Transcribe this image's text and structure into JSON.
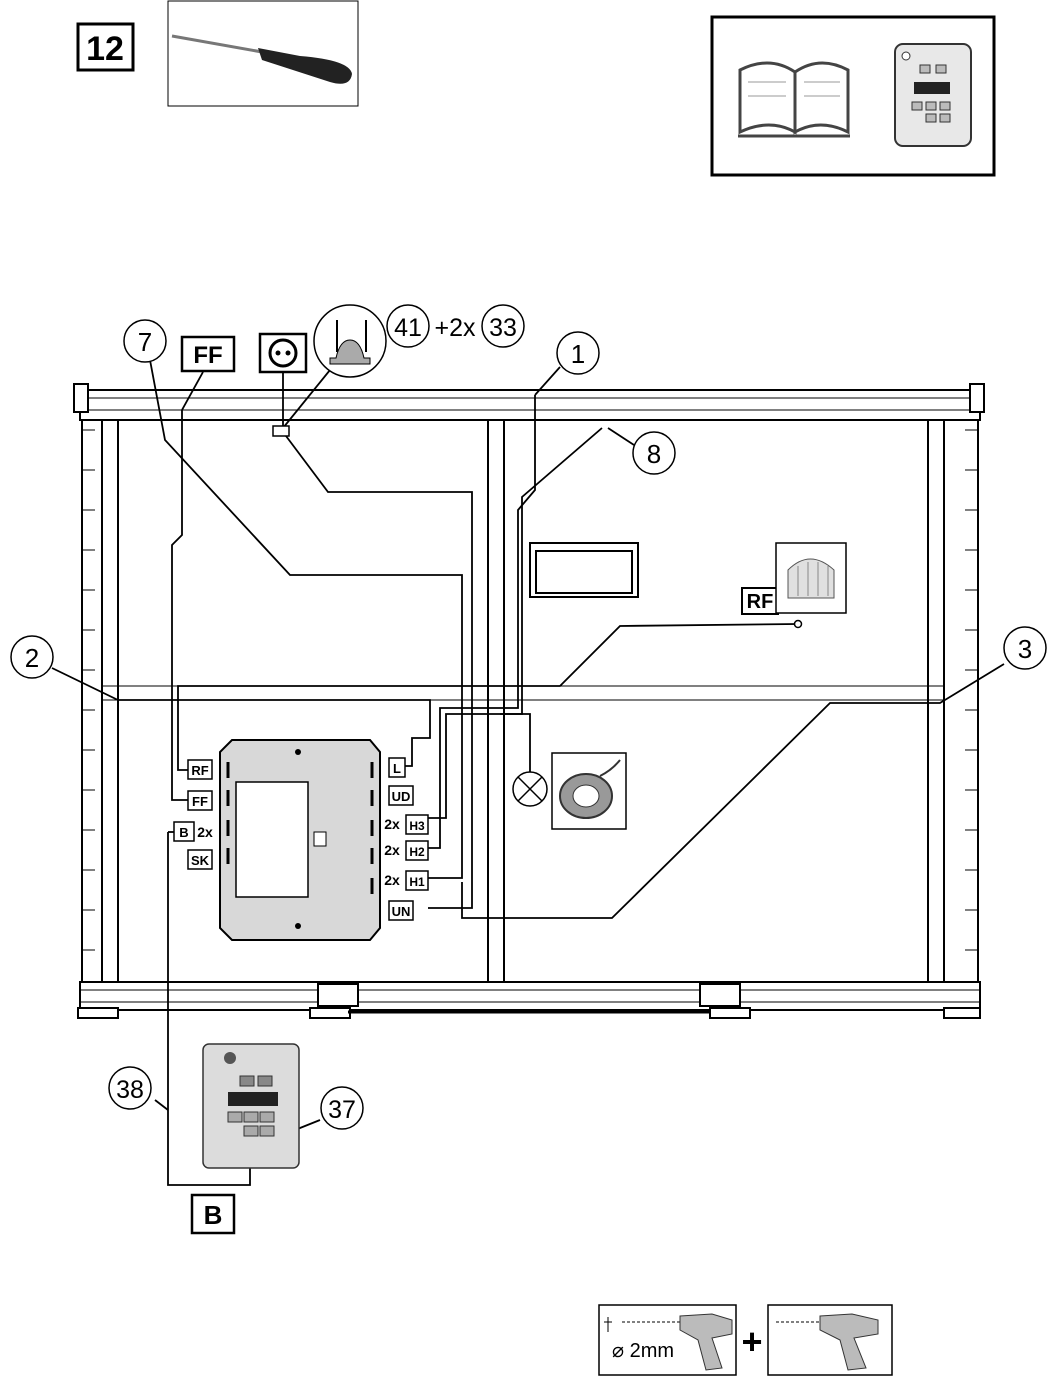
{
  "step": {
    "number": "12"
  },
  "callouts": {
    "c7": "7",
    "c41": "41",
    "plus2x": "+2x",
    "c33": "33",
    "c1": "1",
    "c8": "8",
    "c2": "2",
    "c3": "3",
    "c38": "38",
    "c37": "37"
  },
  "labels": {
    "ff_top": "FF",
    "rf_sensor": "RF",
    "b_bottom": "B"
  },
  "terminals": {
    "left": [
      {
        "label": "RF",
        "prefix": ""
      },
      {
        "label": "FF",
        "prefix": ""
      },
      {
        "label": "B",
        "prefix": "",
        "suffix": "2x"
      },
      {
        "label": "SK",
        "prefix": ""
      }
    ],
    "right": [
      {
        "label": "L",
        "prefix": ""
      },
      {
        "label": "UD",
        "prefix": ""
      },
      {
        "label": "H3",
        "prefix": "2x"
      },
      {
        "label": "H2",
        "prefix": "2x"
      },
      {
        "label": "H1",
        "prefix": "2x"
      },
      {
        "label": "UN",
        "prefix": ""
      }
    ]
  },
  "drill": {
    "diameter": "⌀ 2mm",
    "plus": "+"
  },
  "icons": {
    "screwdriver": "screwdriver-icon",
    "manual": "open-book-icon",
    "controller": "controller-panel-icon",
    "socket": "power-socket-icon",
    "clamp": "cable-clamp-icon",
    "lamp": "lamp-symbol-icon",
    "spotlight": "spotlight-icon",
    "rf_sensor": "temperature-sensor-icon",
    "drill": "drill-icon",
    "screw_drill": "screw-drill-icon"
  }
}
